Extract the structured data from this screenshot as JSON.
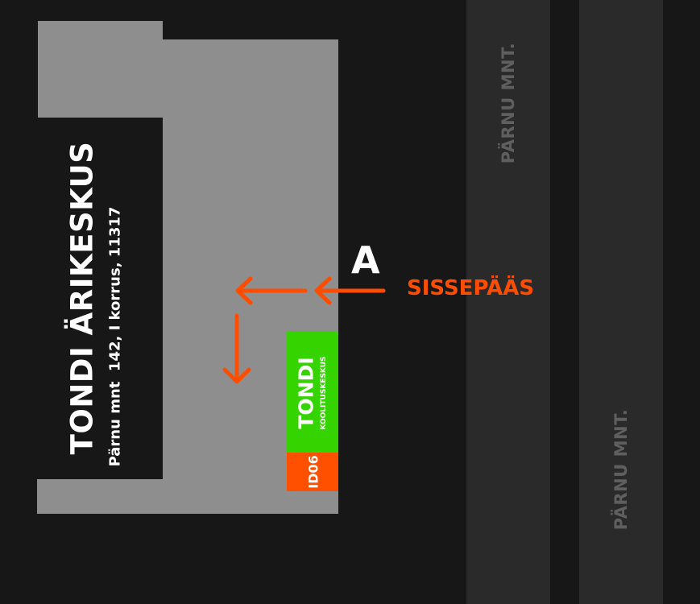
{
  "roads": [
    {
      "label": "PÄRNU MNT."
    },
    {
      "label": "PÄRNU MNT."
    }
  ],
  "building": {
    "name": "TONDI ÄRIKESKUS",
    "address": "Pärnu mnt  142, I korrus, 11317"
  },
  "tenant": {
    "name": "TONDI",
    "subtitle": "KOOLITUSKESKUS",
    "unit": "ID06"
  },
  "entrance": {
    "letter": "A",
    "label": "SISSEPÄÄS"
  },
  "colors": {
    "background": "#171717",
    "road": "#2a2a2a",
    "building": "#8e8e8e",
    "tenant_green": "#35d400",
    "accent_orange": "#ff4d00",
    "road_label": "#5f5f5f"
  },
  "icons": [
    "arrow-left-icon",
    "arrow-left-icon",
    "arrow-down-icon"
  ]
}
